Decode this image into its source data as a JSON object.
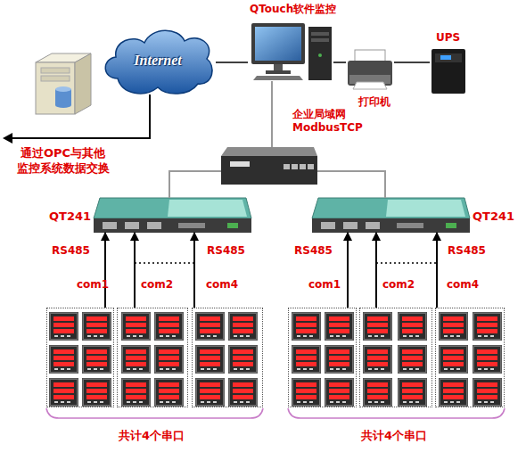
{
  "diagram": {
    "nodes": [
      {
        "text": [
          "Internet"
        ]
      },
      {
        "text": [
          "QTouch软件监控"
        ]
      },
      {
        "text": [
          "打印机"
        ]
      },
      {
        "text": [
          "UPS"
        ]
      },
      {
        "text": [
          "企业局域网 ModbusTCP"
        ]
      },
      {
        "text": [
          "QT241"
        ]
      },
      {
        "text": [
          "QT241"
        ]
      },
      {
        "text": [
          "com1"
        ]
      },
      {
        "text": [
          "com2"
        ]
      },
      {
        "text": [
          "com4"
        ]
      },
      {
        "text": [
          "com1"
        ]
      },
      {
        "text": [
          "com2"
        ]
      },
      {
        "text": [
          "com4"
        ]
      }
    ],
    "edges": [
      {
        "from": 0,
        "to": 1,
        "arrow": "none"
      },
      {
        "from": 1,
        "to": 2,
        "arrow": "none"
      },
      {
        "from": 2,
        "to": 3,
        "arrow": "none"
      },
      {
        "from": 1,
        "to": 4,
        "arrow": "none"
      },
      {
        "from": 4,
        "to": 5,
        "arrow": "none"
      },
      {
        "from": 4,
        "to": 6,
        "arrow": "none"
      },
      {
        "from": 7,
        "to": 5,
        "label": "RS485",
        "arrow": "to"
      },
      {
        "from": 8,
        "to": 5,
        "arrow": "to"
      },
      {
        "from": 9,
        "to": 5,
        "label": "RS485",
        "arrow": "to"
      },
      {
        "from": 10,
        "to": 6,
        "label": "RS485",
        "arrow": "to"
      },
      {
        "from": 11,
        "to": 6,
        "arrow": "to"
      },
      {
        "from": 12,
        "to": 6,
        "label": "RS485",
        "arrow": "to"
      }
    ],
    "labels": [
      "通过OPC与其他 监控系统数据交换",
      "共计4个串口",
      "共计4个串口"
    ]
  }
}
